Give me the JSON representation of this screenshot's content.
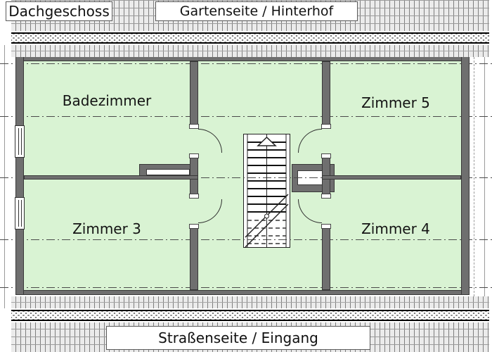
{
  "title": "Dachgeschoss",
  "orientation": {
    "top": "Gartenseite / Hinterhof",
    "bottom": "Straßenseite / Eingang"
  },
  "rooms": [
    {
      "label": "Badezimmer"
    },
    {
      "label": "Zimmer 5"
    },
    {
      "label": "Zimmer 3"
    },
    {
      "label": "Zimmer 4"
    }
  ],
  "colors": {
    "room_fill": "#d9f3d3",
    "wall": "#6f6f6f",
    "band_background": "#ebebeb",
    "line": "#4a4a4a",
    "label_text": "#141414"
  }
}
